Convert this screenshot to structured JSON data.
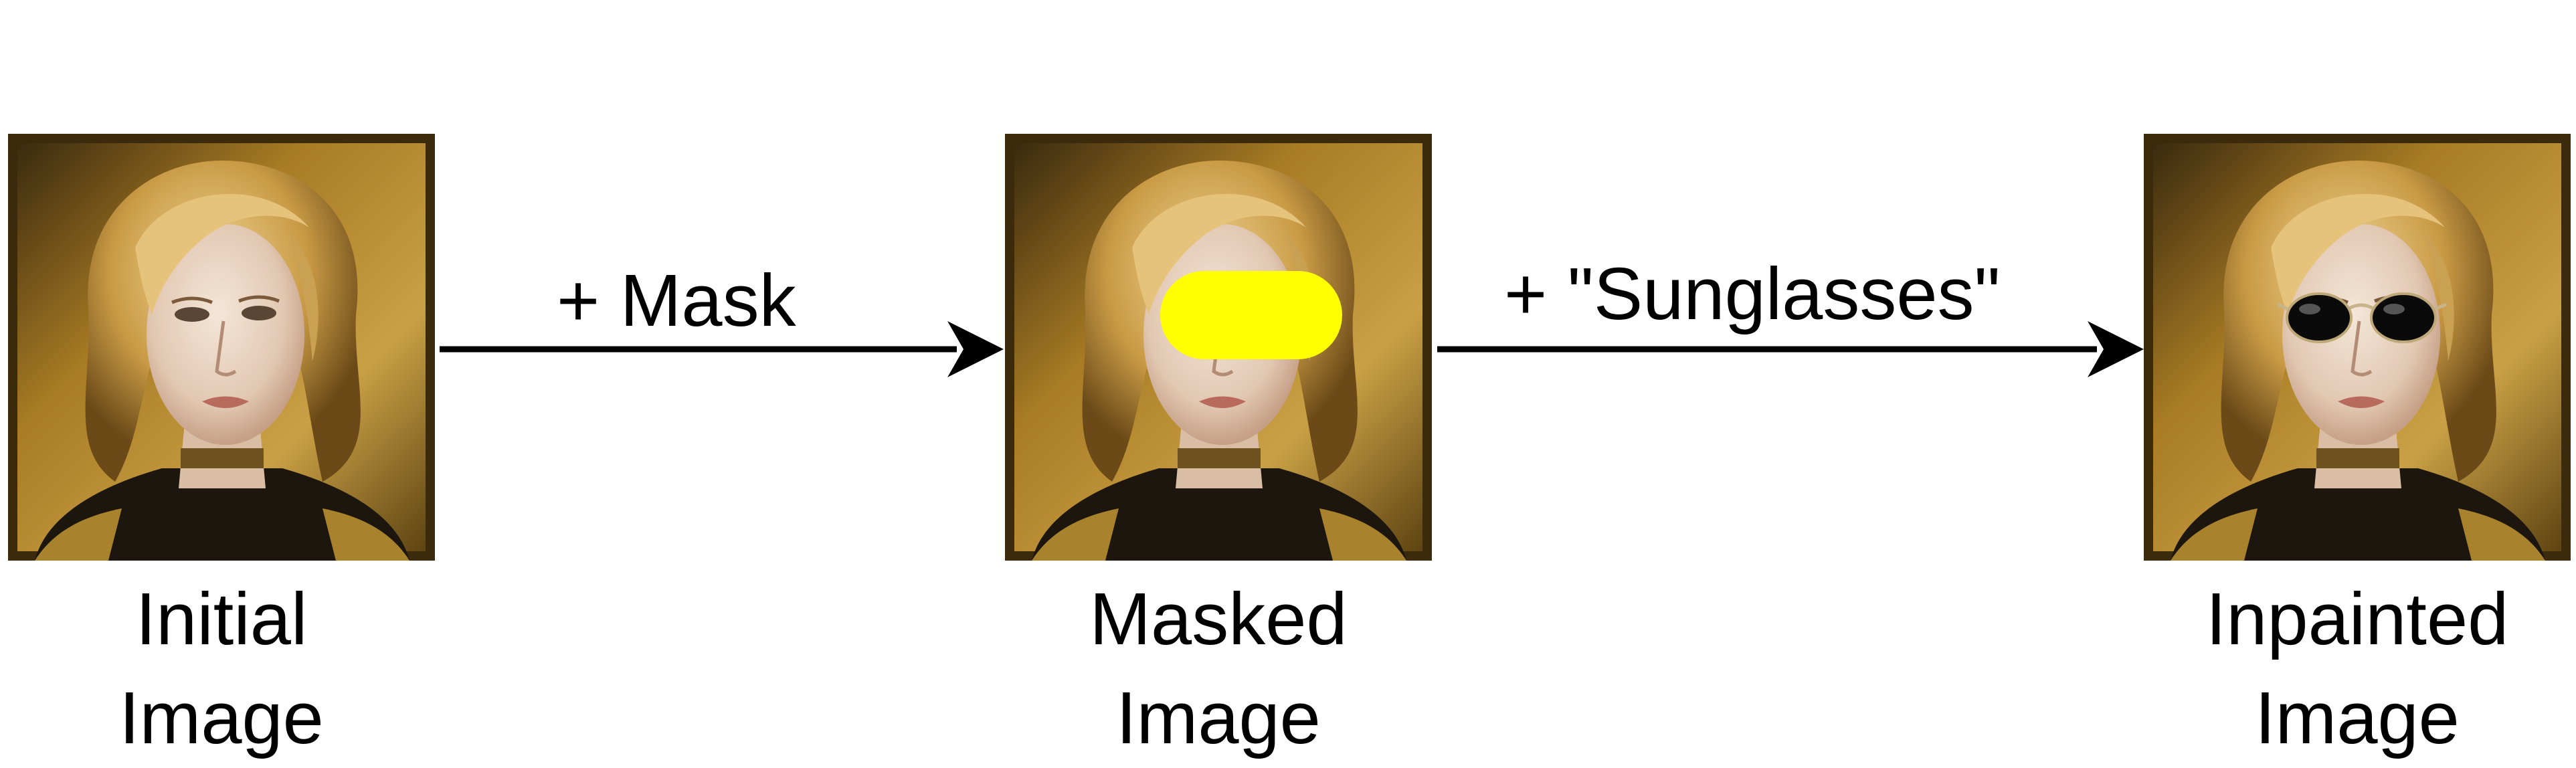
{
  "steps": [
    {
      "id": "initial",
      "caption_line1": "Initial",
      "caption_line2": "Image"
    },
    {
      "id": "masked",
      "caption_line1": "Masked",
      "caption_line2": "Image"
    },
    {
      "id": "inpainted",
      "caption_line1": "Inpainted",
      "caption_line2": "Image"
    }
  ],
  "arrows": [
    {
      "label": "+ Mask"
    },
    {
      "label": "+ \"Sunglasses\""
    }
  ],
  "colors": {
    "mask": "#ffff00",
    "frame": "#6b4f12",
    "background_gold": "#b8892c",
    "hair": "#d9b266",
    "skin": "#ead8c6",
    "lenses": "#0a0a0a",
    "arrow": "#000000"
  }
}
